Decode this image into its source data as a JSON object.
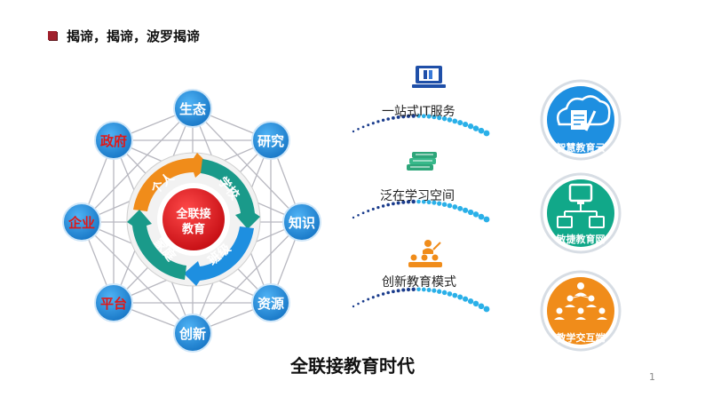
{
  "header": {
    "title": "揭谛，揭谛，波罗揭谛"
  },
  "network": {
    "nodes": [
      "生态",
      "研究",
      "知识",
      "资源",
      "创新",
      "平台",
      "企业",
      "政府"
    ],
    "center_label_line1": "全联接",
    "center_label_line2": "教育",
    "segments": [
      "个人",
      "学校",
      "班级",
      "家庭"
    ]
  },
  "features": [
    {
      "label": "一站式IT服务",
      "icon": "laptop-icon"
    },
    {
      "label": "泛在学习空间",
      "icon": "books-icon"
    },
    {
      "label": "创新教育模式",
      "icon": "teacher-students-icon"
    }
  ],
  "services": [
    {
      "label": "智慧教育云",
      "color": "#1e8fe0",
      "icon": "cloud-document-icon"
    },
    {
      "label": "敏捷教育网",
      "color": "#11a889",
      "icon": "network-hierarchy-icon"
    },
    {
      "label": "教学交互端",
      "color": "#f08c1a",
      "icon": "people-pyramid-icon"
    }
  ],
  "colors": {
    "node_blue": "#1e8fe0",
    "node_red_text": "#e01818",
    "node_white_text": "#ffffff",
    "center_red": "#e8141c",
    "segment_orange": "#f08c1a",
    "segment_teal": "#1a9a8a",
    "segment_blue": "#1e8fe0",
    "dot_dark": "#1a3c8c",
    "dot_light": "#2ab0e8"
  },
  "footer": {
    "title": "全联接教育时代",
    "page_number": "1"
  }
}
